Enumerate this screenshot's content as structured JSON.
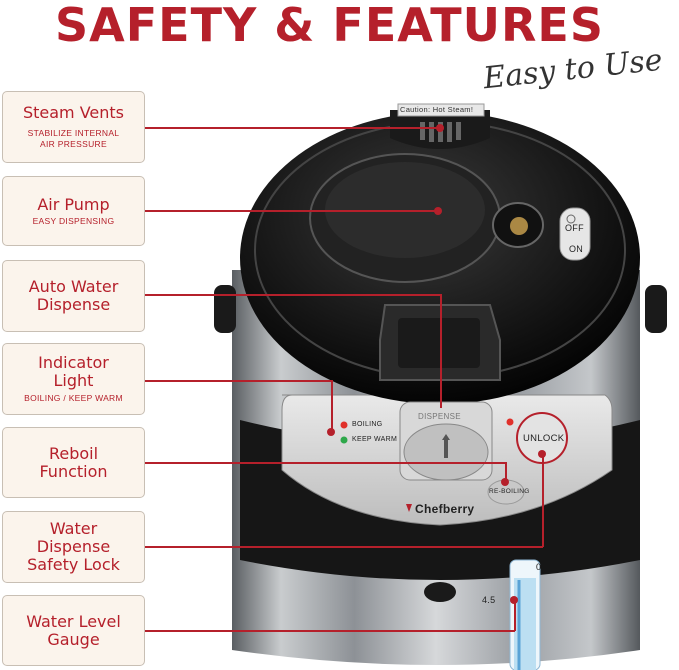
{
  "title": "SAFETY & FEATURES",
  "subtitle": "Easy to Use",
  "features": [
    {
      "heading": "Steam Vents",
      "sub": "STABILIZE INTERNAL\nAIR PRESSURE"
    },
    {
      "heading": "Air Pump",
      "sub": "EASY DISPENSING"
    },
    {
      "heading": "Auto Water\nDispense",
      "sub": ""
    },
    {
      "heading": "Indicator\nLight",
      "sub": "BOILING / KEEP WARM"
    },
    {
      "heading": "Reboil\nFunction",
      "sub": ""
    },
    {
      "heading": "Water\nDispense\nSafety Lock",
      "sub": ""
    },
    {
      "heading": "Water Level\nGauge",
      "sub": ""
    }
  ],
  "product": {
    "caution_label": "Caution: Hot Steam!",
    "switch_off": "OFF",
    "switch_on": "ON",
    "dispense_label": "DISPENSE",
    "boiling_label": "BOILING",
    "keep_warm_label": "KEEP WARM",
    "unlock_label": "UNLOCK",
    "reboiling_label": "RE-BOILING",
    "brand": "Chefberry",
    "gauge_top": "0",
    "gauge_mark": "4.5"
  },
  "colors": {
    "accent": "#b5202b",
    "card_bg": "#fbf4ec",
    "indicator_red": "#e0302a",
    "indicator_green": "#2ea84a"
  }
}
